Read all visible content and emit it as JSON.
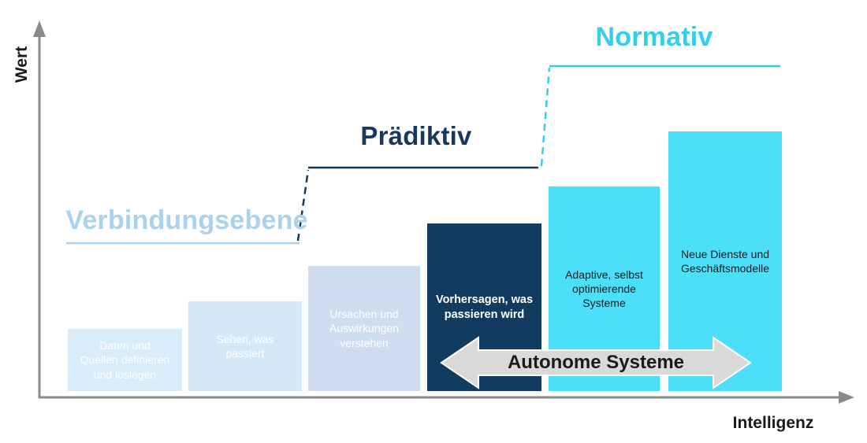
{
  "axes": {
    "y_label": "Wert",
    "x_label": "Intelligenz",
    "color": "#8a8a8a"
  },
  "stages": [
    {
      "label": "Verbindungsebene",
      "color": "#a9d2ec"
    },
    {
      "label": "Prädiktiv",
      "color": "#17375e"
    },
    {
      "label": "Normativ",
      "color": "#2ed0f2"
    }
  ],
  "bars": [
    {
      "label": "Daten und\nQuellen definieren\nund loslegen",
      "fill": "#d9ecfa",
      "text_color": "#ffffff"
    },
    {
      "label": "Sehen, was\npassiert",
      "fill": "#d4e8f8",
      "text_color": "#ffffff"
    },
    {
      "label": "Ursachen und\nAuswirkungen\nverstehen",
      "fill": "#d0dcef",
      "text_color": "#ffffff"
    },
    {
      "label": "Vorhersagen, was\npassieren wird",
      "fill": "#123b60",
      "text_color": "#ffffff"
    },
    {
      "label": "Adaptive, selbst\noptimierende\nSysteme",
      "fill": "#4cdffa",
      "text_color": "#1a1a1a"
    },
    {
      "label": "Neue Dienste und\nGeschäftsmodelle",
      "fill": "#4cdffa",
      "text_color": "#1a1a1a"
    }
  ],
  "autonome_arrow": {
    "label": "Autonome Systeme",
    "fill": "#d9d9d9",
    "outline": "#ffffff",
    "text_color": "#1a1a1a"
  }
}
